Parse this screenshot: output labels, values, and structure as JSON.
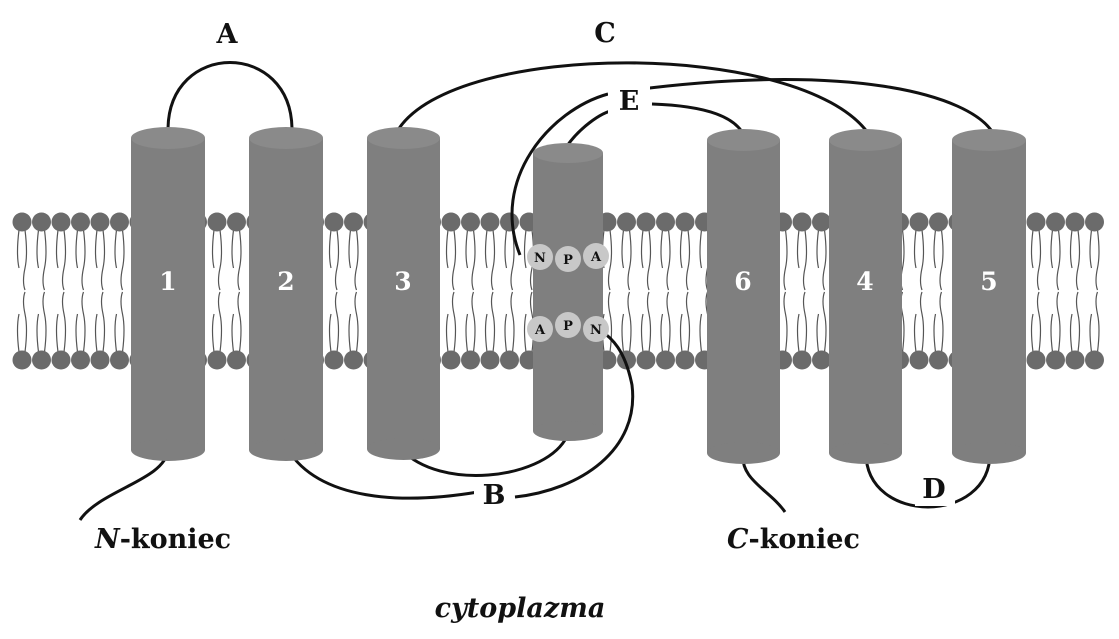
{
  "colors": {
    "helix_fill": "#7f7f7f",
    "helix_cap": "#8a8a8a",
    "lipid_head": "#6b6b6b",
    "lipid_tail": "#555555",
    "motif_bead": "#c8c8c8",
    "line": "#111111"
  },
  "loops": {
    "a": "A",
    "b": "B",
    "c": "C",
    "d": "D",
    "e": "E"
  },
  "helices": {
    "h1": "1",
    "h2": "2",
    "h3": "3",
    "h6": "6",
    "h4": "4",
    "h5": "5"
  },
  "npa_top": [
    "N",
    "P",
    "A"
  ],
  "npa_bottom": [
    "A",
    "P",
    "N"
  ],
  "ends": {
    "n_italic": "N",
    "n_rest": "-koniec",
    "c_italic": "C",
    "c_rest": "-koniec"
  },
  "cytoplasm": "cytoplazma"
}
